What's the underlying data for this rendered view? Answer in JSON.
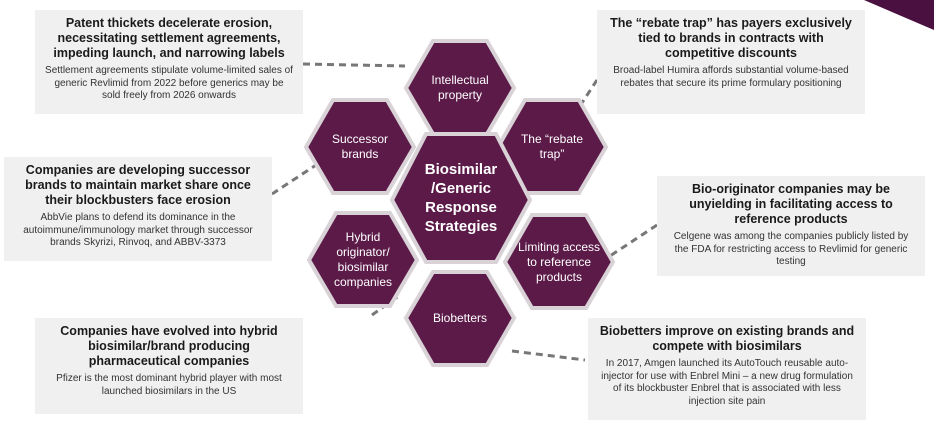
{
  "colors": {
    "hex_fill": "#5b1a48",
    "hex_border": "#d9d2d7",
    "accent": "#4a1040",
    "callout_bg": "#f0f0f0",
    "connector": "#777777"
  },
  "center": {
    "title": "Biosimilar /Generic Response Strategies"
  },
  "hexes": [
    {
      "id": "intellectual-property",
      "label": "Intellectual property"
    },
    {
      "id": "rebate-trap",
      "label": "The “rebate trap”"
    },
    {
      "id": "successor-brands",
      "label": "Successor brands"
    },
    {
      "id": "limiting-access",
      "label": "Limiting access to reference products"
    },
    {
      "id": "hybrid",
      "label": "Hybrid originator/ biosimilar companies"
    },
    {
      "id": "biobetters",
      "label": "Biobetters"
    }
  ],
  "callouts": {
    "patent": {
      "head": "Patent thickets decelerate erosion, necessitating settlement agreements, impeding launch, and narrowing labels",
      "body": "Settlement agreements stipulate volume-limited sales of generic Revlimid from 2022 before generics may be sold freely from 2026 onwards"
    },
    "rebate": {
      "head": "The “rebate trap” has payers exclusively tied to brands in contracts with competitive discounts",
      "body": "Broad-label Humira affords substantial volume-based rebates that secure its prime formulary positioning"
    },
    "successor": {
      "head": "Companies are developing successor brands to maintain market share once their blockbusters face erosion",
      "body": "AbbVie plans to defend its dominance in the autoimmune/immunology market through successor brands Skyrizi, Rinvoq, and ABBV-3373"
    },
    "access": {
      "head": "Bio-originator companies may be unyielding in facilitating access to reference products",
      "body": "Celgene was among the companies publicly listed by the FDA for restricting access to Revlimid for generic testing"
    },
    "hybrid": {
      "head": "Companies have evolved into hybrid biosimilar/brand producing pharmaceutical companies",
      "body": "Pfizer is the most dominant hybrid player with most launched biosimilars in the US"
    },
    "biobetters": {
      "head": "Biobetters improve on existing brands and compete with biosimilars",
      "body": "In 2017, Amgen launched its AutoTouch reusable auto-injector for use with Enbrel Mini – a new drug formulation of its blockbuster Enbrel that is associated with less injection site pain"
    }
  }
}
